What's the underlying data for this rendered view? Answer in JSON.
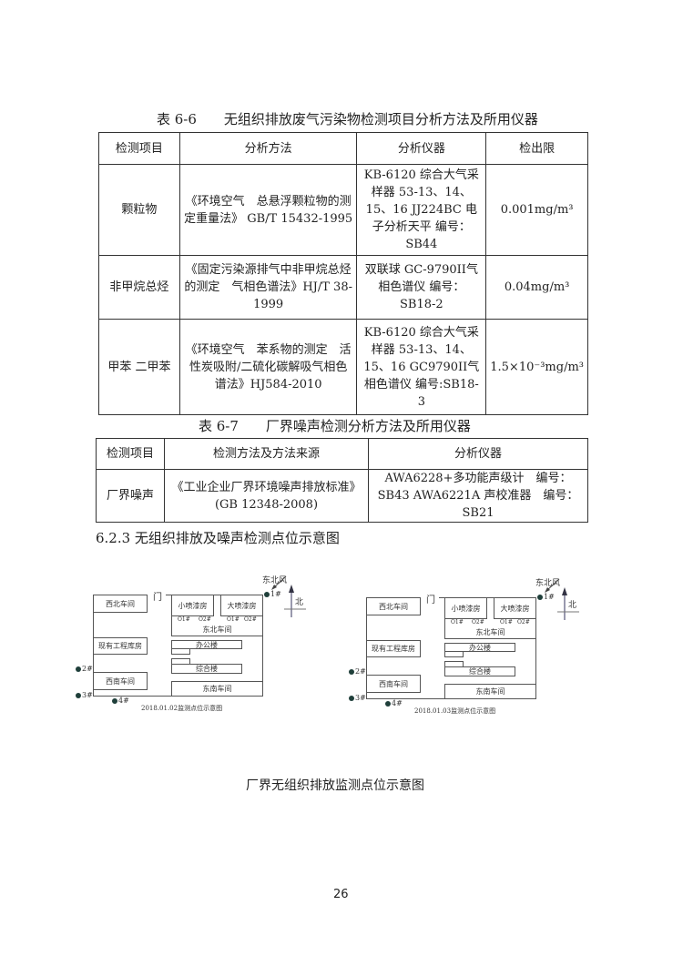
{
  "table66": {
    "caption": "表 6-6　　无组织排放废气污染物检测项目分析方法及所用仪器",
    "headers": [
      "检测项目",
      "分析方法",
      "分析仪器",
      "检出限"
    ],
    "rows": [
      [
        "颗粒物",
        "《环境空气　总悬浮颗粒物的测定重量法》 GB/T 15432-1995",
        "KB-6120 综合大气采样器 53-13、14、15、16 JJ224BC 电子分析天平 编号：SB44",
        "0.001mg/m³"
      ],
      [
        "非甲烷总烃",
        "《固定污染源排气中非甲烷总烃的测定　气相色谱法》HJ/T 38-1999",
        "双联球 GC-9790II气相色谱仪 编号：SB18-2",
        "0.04mg/m³"
      ],
      [
        "甲苯 二甲苯",
        "《环境空气　苯系物的测定　活性炭吸附/二硫化碳解吸气相色谱法》HJ584-2010",
        "KB-6120 综合大气采样器 53-13、14、15、16 GC9790II气相色谱仪 编号:SB18-3",
        "1.5×10⁻³mg/m³"
      ]
    ]
  },
  "table67": {
    "caption": "表 6-7　　厂界噪声检测分析方法及所用仪器",
    "headers": [
      "检测项目",
      "检测方法及方法来源",
      "分析仪器"
    ],
    "rows": [
      [
        "厂界噪声",
        "《工业企业厂界环境噪声排放标准》(GB 12348-2008)",
        "AWA6228+多功能声级计　编号：SB43 AWA6221A 声校准器　编号：SB21"
      ]
    ]
  },
  "section": "6.2.3 无组织排放及噪声检测点位示意图",
  "diagram": {
    "gate": "门",
    "nw": "西北车间",
    "small": "小喷漆房",
    "big": "大喷漆房",
    "ne": "东北车间",
    "store": "现有工程库房",
    "office": "办公楼",
    "complex": "综合楼",
    "sw": "西南车间",
    "se": "东南车间",
    "o1": "O1#",
    "o2": "O2#",
    "p1": "1#",
    "p2": "2#",
    "p3": "3#",
    "p4": "4#",
    "wind": "东北风",
    "north": "北"
  },
  "diagram_captions": [
    "2018.01.02监测点位示意图",
    "2018.01.03监测点位示意图"
  ],
  "figure_caption": "厂界无组织排放监测点位示意图",
  "page_number": "26"
}
